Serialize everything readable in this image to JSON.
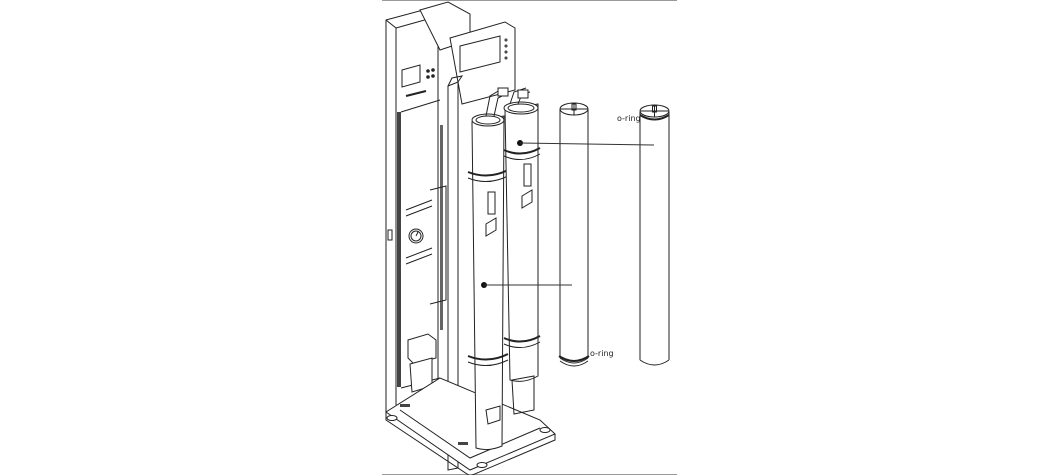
{
  "diagram": {
    "subject": "reverse osmosis unit with membrane pressure vessels",
    "labels": {
      "oring_top": "o-ring",
      "oring_bottom": "o-ring"
    },
    "callouts": [
      {
        "from": "right-vessel",
        "to": "right-membrane-element",
        "label": ""
      },
      {
        "from": "left-vessel",
        "to": "left-membrane-element",
        "label": ""
      }
    ],
    "colors": {
      "line": "#222222",
      "rule": "#9a9a9a",
      "background": "#ffffff"
    }
  }
}
